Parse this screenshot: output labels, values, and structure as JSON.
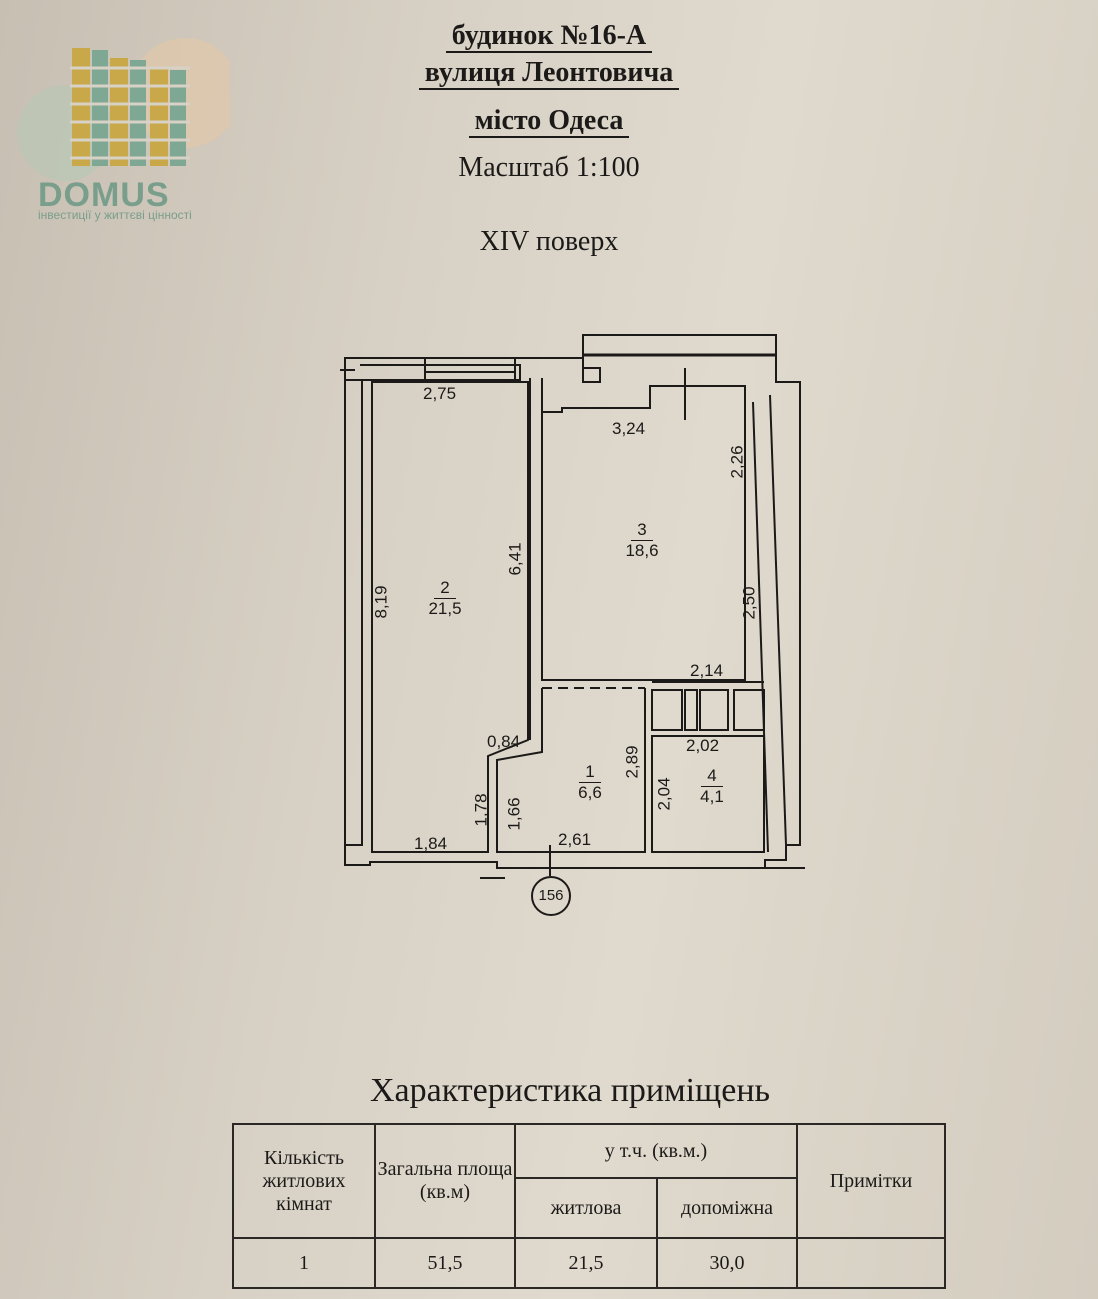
{
  "logo": {
    "brand": "DOMUS",
    "tagline": "інвестиції у життєві цінності"
  },
  "header": {
    "building": "будинок №16-А",
    "street": "вулиця Леонтовича",
    "city": "місто Одеса",
    "scale": "Масштаб 1:100",
    "floor": "XIV поверх"
  },
  "plan": {
    "rooms": [
      {
        "number": "2",
        "area": "21,5"
      },
      {
        "number": "3",
        "area": "18,6"
      },
      {
        "number": "1",
        "area": "6,6"
      },
      {
        "number": "4",
        "area": "4,1"
      }
    ],
    "dimensions": {
      "d275": "2,75",
      "d324": "3,24",
      "d226": "2,26",
      "d819": "8,19",
      "d641": "6,41",
      "d250": "2,50",
      "d214": "2,14",
      "d084": "0,84",
      "d289": "2,89",
      "d202": "2,02",
      "d204": "2,04",
      "d178": "1,78",
      "d166": "1,66",
      "d184": "1,84",
      "d261": "2,61"
    },
    "axis_label": "156"
  },
  "table": {
    "title": "Характеристика приміщень",
    "headers": {
      "rooms": "Кількість житлових кімнат",
      "total": "Загальна площа (кв.м)",
      "incl": "у т.ч. (кв.м.)",
      "living": "житлова",
      "aux": "допоміжна",
      "notes": "Примітки"
    },
    "row": {
      "rooms": "1",
      "total": "51,5",
      "living": "21,5",
      "aux": "30,0",
      "notes": ""
    }
  }
}
